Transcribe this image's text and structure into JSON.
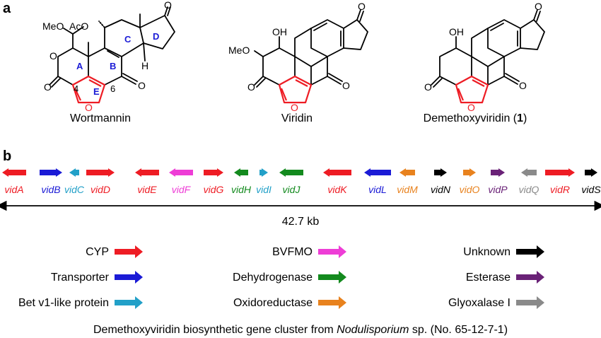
{
  "panel_a": {
    "label": "a",
    "compounds": [
      {
        "name": "Wortmannin",
        "ring_labels": [
          "A",
          "B",
          "C",
          "D",
          "E"
        ],
        "atom_numbers": [
          "4",
          "6"
        ],
        "substituents": [
          "MeO",
          "AcO",
          "H",
          "O",
          "O",
          "O",
          "O"
        ]
      },
      {
        "name": "Viridin",
        "substituents": [
          "OH",
          "MeO",
          "O",
          "O",
          "O",
          "O"
        ]
      },
      {
        "name_prefix": "Demethoxyviridin (",
        "name_bold": "1",
        "name_suffix": ")",
        "substituents": [
          "OH",
          "O",
          "O",
          "O",
          "O"
        ]
      }
    ]
  },
  "panel_b": {
    "label": "b",
    "genes": [
      {
        "name": "vidA",
        "category": "CYP",
        "direction": "left"
      },
      {
        "name": "vidB",
        "category": "Transporter",
        "direction": "right"
      },
      {
        "name": "vidC",
        "category": "Bet v1-like protein",
        "direction": "left"
      },
      {
        "name": "vidD",
        "category": "CYP",
        "direction": "right"
      },
      {
        "name": "vidE",
        "category": "CYP",
        "direction": "left"
      },
      {
        "name": "vidF",
        "category": "BVFMO",
        "direction": "left"
      },
      {
        "name": "vidG",
        "category": "CYP",
        "direction": "right"
      },
      {
        "name": "vidH",
        "category": "Dehydrogenase",
        "direction": "left"
      },
      {
        "name": "vidI",
        "category": "Bet v1-like protein",
        "direction": "right"
      },
      {
        "name": "vidJ",
        "category": "Dehydrogenase",
        "direction": "left"
      },
      {
        "name": "vidK",
        "category": "CYP",
        "direction": "left"
      },
      {
        "name": "vidL",
        "category": "Transporter",
        "direction": "left"
      },
      {
        "name": "vidM",
        "category": "Oxidoreductase",
        "direction": "left"
      },
      {
        "name": "vidN",
        "category": "Unknown",
        "direction": "right"
      },
      {
        "name": "vidO",
        "category": "Oxidoreductase",
        "direction": "right"
      },
      {
        "name": "vidP",
        "category": "Esterase",
        "direction": "right"
      },
      {
        "name": "vidQ",
        "category": "Glyoxalase I",
        "direction": "left"
      },
      {
        "name": "vidR",
        "category": "CYP",
        "direction": "right"
      },
      {
        "name": "vidS",
        "category": "Unknown",
        "direction": "right"
      }
    ],
    "scale_label": "42.7 kb",
    "legend": [
      {
        "label": "CYP",
        "color": "#ee1c24"
      },
      {
        "label": "Transporter",
        "color": "#1b1bd6"
      },
      {
        "label": "Bet v1-like protein",
        "color": "#22a0c8"
      },
      {
        "label": "BVFMO",
        "color": "#ee3dd6"
      },
      {
        "label": "Dehydrogenase",
        "color": "#138a1e"
      },
      {
        "label": "Oxidoreductase",
        "color": "#e8821e"
      },
      {
        "label": "Unknown",
        "color": "#000000"
      },
      {
        "label": "Esterase",
        "color": "#6a2277"
      },
      {
        "label": "Glyoxalase I",
        "color": "#8a8a8a"
      }
    ],
    "caption_prefix": "Demethoxyviridin biosynthetic gene cluster from ",
    "caption_italic": "Nodulisporium",
    "caption_suffix": " sp. (No. 65-12-7-1)"
  }
}
